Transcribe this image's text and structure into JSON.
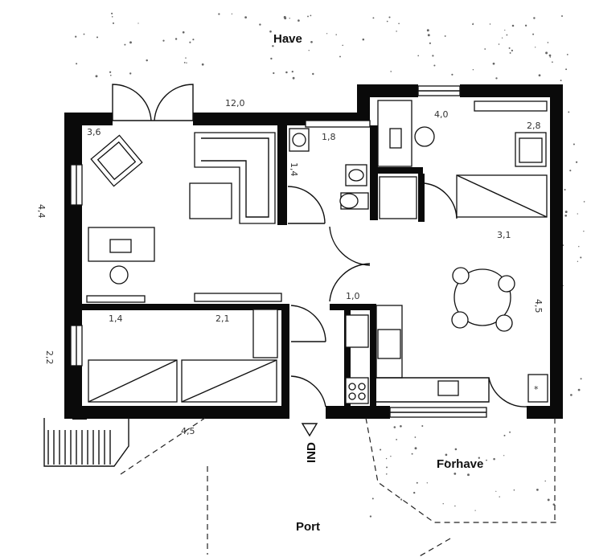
{
  "labels": {
    "have": "Have",
    "forhave": "Forhave",
    "port": "Port",
    "ind": "IND"
  },
  "dimensions": {
    "top_width": "12,0",
    "livingroom_width": "3,6",
    "bathroom_width": "1,8",
    "bathroom_depth": "1,4",
    "bedroom_1_width": "4,0",
    "bedroom_1_right": "2,8",
    "left_depth": "4,4",
    "middle_depth": "3,1",
    "bedroom_2_left": "1,4",
    "bedroom_2_right": "2,1",
    "left_lower_depth": "2,2",
    "hall_width": "1,0",
    "kitchen_depth": "4,5",
    "bottom_width": "4,5"
  },
  "colors": {
    "wall": "#0a0a0a",
    "line": "#111111",
    "background": "#ffffff"
  }
}
